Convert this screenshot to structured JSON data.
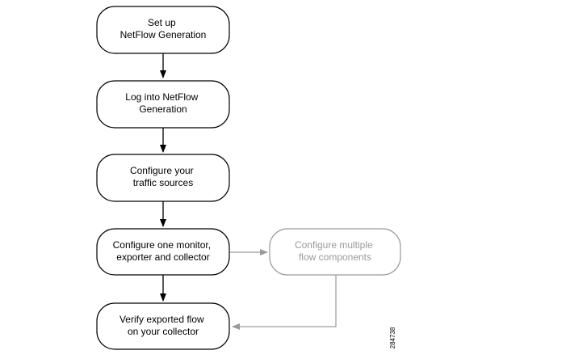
{
  "nodes": [
    {
      "id": "setup",
      "lines": [
        "Set up",
        "NetFlow Generation"
      ],
      "style": "primary"
    },
    {
      "id": "login",
      "lines": [
        "Log into NetFlow",
        "Generation"
      ],
      "style": "primary"
    },
    {
      "id": "traffic",
      "lines": [
        "Configure your",
        "traffic sources"
      ],
      "style": "primary"
    },
    {
      "id": "configure-one",
      "lines": [
        "Configure one monitor,",
        "exporter and collector"
      ],
      "style": "primary"
    },
    {
      "id": "configure-multiple",
      "lines": [
        "Configure multiple",
        "flow components"
      ],
      "style": "optional"
    },
    {
      "id": "verify",
      "lines": [
        "Verify exported flow",
        "on your collector"
      ],
      "style": "primary"
    }
  ],
  "edges": [
    {
      "from": "setup",
      "to": "login",
      "style": "primary"
    },
    {
      "from": "login",
      "to": "traffic",
      "style": "primary"
    },
    {
      "from": "traffic",
      "to": "configure-one",
      "style": "primary"
    },
    {
      "from": "configure-one",
      "to": "verify",
      "style": "primary"
    },
    {
      "from": "configure-one",
      "to": "configure-multiple",
      "style": "optional"
    },
    {
      "from": "configure-multiple",
      "to": "verify",
      "style": "optional"
    }
  ],
  "figure_id": "284738",
  "colors": {
    "primary": "#000000",
    "optional": "#9a9a9a",
    "background": "#ffffff"
  }
}
